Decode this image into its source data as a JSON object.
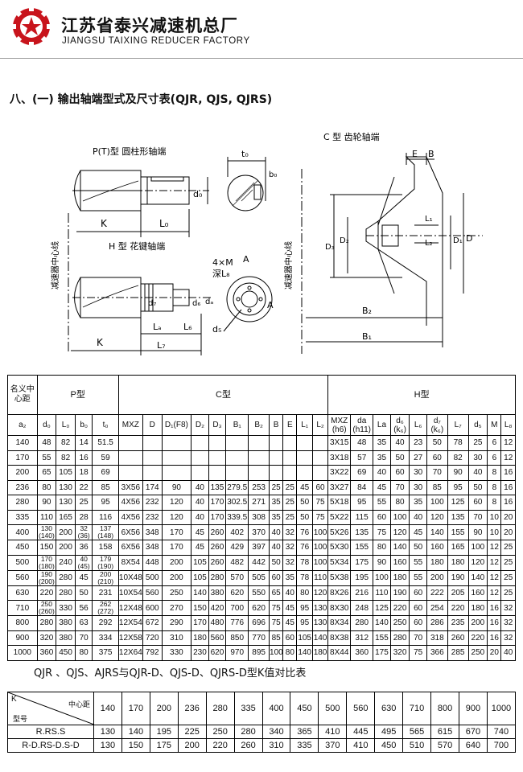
{
  "header": {
    "company_cn": "江苏省泰兴减速机总厂",
    "company_en": "JIANGSU TAIXING REDUCER FACTORY"
  },
  "section_title": "八、(一) 输出轴端型式及尺寸表(QJR, QJS, QJRS)",
  "drawing": {
    "p_title": "P(T)型 圆柱形轴端",
    "h_title": "H 型 花键轴端",
    "c_title": "C 型 齿轮轴端",
    "vertical_label_1": "减速器中心线",
    "vertical_label_2": "减速器中心线",
    "labels": {
      "K": "K",
      "L0": "L₀",
      "d0": "d₀",
      "t0": "t₀",
      "b0": "b₀",
      "d7": "d₇",
      "d6": "d₆",
      "da": "dₐ",
      "La": "Lₐ",
      "L6": "L₆",
      "L7": "L₇",
      "K2": "K",
      "M": "4×M",
      "deep": "深L₈",
      "A1": "A",
      "A2": "A",
      "d5": "d₅",
      "E": "E",
      "B": "B",
      "L1": "L₁",
      "L2": "L₂",
      "D1": "D₁",
      "D": "D",
      "D2": "D₂",
      "D3": "D₃",
      "B2": "B₂",
      "B1": "B₁"
    }
  },
  "main_table": {
    "header_row1": {
      "col1": "名义中心距",
      "p_group": "P型",
      "c_group": "C型",
      "h_group": "H型"
    },
    "header_row2": [
      "a₂",
      "d₀",
      "L₀",
      "b₀",
      "t₀",
      "MXZ",
      "D",
      "D₁(F8)",
      "D₂",
      "D₃",
      "B₁",
      "B₂",
      "B",
      "E",
      "L₁",
      "L₂",
      "MXZ (h6)",
      "da (h11)",
      "La",
      "d₆ (k₆)",
      "L₆",
      "d₇ (k₆)",
      "L₇",
      "d₅",
      "M",
      "L₈"
    ],
    "rows": [
      [
        "140",
        "48",
        "82",
        "14",
        "51.5",
        "",
        "",
        "",
        "",
        "",
        "",
        "",
        "",
        "",
        "",
        "",
        "3X15",
        "48",
        "35",
        "40",
        "23",
        "50",
        "78",
        "25",
        "6",
        "12"
      ],
      [
        "170",
        "55",
        "82",
        "16",
        "59",
        "",
        "",
        "",
        "",
        "",
        "",
        "",
        "",
        "",
        "",
        "",
        "3X18",
        "57",
        "35",
        "50",
        "27",
        "60",
        "82",
        "30",
        "6",
        "12"
      ],
      [
        "200",
        "65",
        "105",
        "18",
        "69",
        "",
        "",
        "",
        "",
        "",
        "",
        "",
        "",
        "",
        "",
        "",
        "3X22",
        "69",
        "40",
        "60",
        "30",
        "70",
        "90",
        "40",
        "8",
        "16"
      ],
      [
        "236",
        "80",
        "130",
        "22",
        "85",
        "3X56",
        "174",
        "90",
        "40",
        "135",
        "279.5",
        "253",
        "25",
        "25",
        "45",
        "60",
        "3X27",
        "84",
        "45",
        "70",
        "30",
        "85",
        "95",
        "50",
        "8",
        "16"
      ],
      [
        "280",
        "90",
        "130",
        "25",
        "95",
        "4X56",
        "232",
        "120",
        "40",
        "170",
        "302.5",
        "271",
        "35",
        "25",
        "50",
        "75",
        "5X18",
        "95",
        "55",
        "80",
        "35",
        "100",
        "125",
        "60",
        "8",
        "16"
      ],
      [
        "335",
        "110",
        "165",
        "28",
        "116",
        "4X56",
        "232",
        "120",
        "40",
        "170",
        "339.5",
        "308",
        "35",
        "25",
        "50",
        "75",
        "5X22",
        "115",
        "60",
        "100",
        "40",
        "120",
        "135",
        "70",
        "10",
        "20"
      ],
      [
        "400",
        "130 (140)",
        "200",
        "32 (36)",
        "137 (148)",
        "6X56",
        "348",
        "170",
        "45",
        "260",
        "402",
        "370",
        "40",
        "32",
        "76",
        "100",
        "5X26",
        "135",
        "75",
        "120",
        "45",
        "140",
        "155",
        "90",
        "10",
        "20"
      ],
      [
        "450",
        "150",
        "200",
        "36",
        "158",
        "6X56",
        "348",
        "170",
        "45",
        "260",
        "429",
        "397",
        "40",
        "32",
        "76",
        "100",
        "5X30",
        "155",
        "80",
        "140",
        "50",
        "160",
        "165",
        "100",
        "12",
        "25"
      ],
      [
        "500",
        "170 (180)",
        "240",
        "40 (45)",
        "179 (190)",
        "8X54",
        "448",
        "200",
        "105",
        "260",
        "482",
        "442",
        "50",
        "32",
        "78",
        "100",
        "5X34",
        "175",
        "90",
        "160",
        "55",
        "180",
        "180",
        "120",
        "12",
        "25"
      ],
      [
        "560",
        "190 (200)",
        "280",
        "45",
        "200 (210)",
        "10X48",
        "500",
        "200",
        "105",
        "280",
        "570",
        "505",
        "60",
        "35",
        "78",
        "110",
        "5X38",
        "195",
        "100",
        "180",
        "55",
        "200",
        "190",
        "140",
        "12",
        "25"
      ],
      [
        "630",
        "220",
        "280",
        "50",
        "231",
        "10X54",
        "560",
        "250",
        "140",
        "380",
        "620",
        "550",
        "65",
        "40",
        "80",
        "120",
        "8X26",
        "216",
        "110",
        "190",
        "60",
        "222",
        "205",
        "160",
        "12",
        "25"
      ],
      [
        "710",
        "250 (260)",
        "330",
        "56",
        "262 (272)",
        "12X48",
        "600",
        "270",
        "150",
        "420",
        "700",
        "620",
        "75",
        "45",
        "95",
        "130",
        "8X30",
        "248",
        "125",
        "220",
        "60",
        "254",
        "220",
        "180",
        "16",
        "32"
      ],
      [
        "800",
        "280",
        "380",
        "63",
        "292",
        "12X54",
        "672",
        "290",
        "170",
        "480",
        "776",
        "696",
        "75",
        "45",
        "95",
        "130",
        "8X34",
        "280",
        "140",
        "250",
        "60",
        "286",
        "235",
        "200",
        "16",
        "32"
      ],
      [
        "900",
        "320",
        "380",
        "70",
        "334",
        "12X58",
        "720",
        "310",
        "180",
        "560",
        "850",
        "770",
        "85",
        "60",
        "105",
        "140",
        "8X38",
        "312",
        "155",
        "280",
        "70",
        "318",
        "260",
        "220",
        "16",
        "32"
      ],
      [
        "1000",
        "360",
        "450",
        "80",
        "375",
        "12X64",
        "792",
        "330",
        "230",
        "620",
        "970",
        "895",
        "100",
        "80",
        "140",
        "180",
        "8X44",
        "360",
        "175",
        "320",
        "75",
        "366",
        "285",
        "250",
        "20",
        "40"
      ]
    ]
  },
  "compare_title": "QJR 、QJS、AJRS与QJR-D、QJS-D、QJRS-D型K值对比表",
  "compare_table": {
    "corner_k": "K",
    "corner_center": "中心距",
    "corner_model": "型号",
    "centers": [
      "140",
      "170",
      "200",
      "236",
      "280",
      "335",
      "400",
      "450",
      "500",
      "560",
      "630",
      "710",
      "800",
      "900",
      "1000"
    ],
    "rows": [
      {
        "model": "R.RS.S",
        "values": [
          "130",
          "140",
          "195",
          "225",
          "250",
          "280",
          "340",
          "365",
          "410",
          "445",
          "495",
          "565",
          "615",
          "670",
          "740"
        ]
      },
      {
        "model": "R-D.RS-D.S-D",
        "values": [
          "130",
          "150",
          "175",
          "200",
          "220",
          "260",
          "310",
          "335",
          "370",
          "410",
          "450",
          "510",
          "570",
          "640",
          "700"
        ]
      }
    ]
  }
}
